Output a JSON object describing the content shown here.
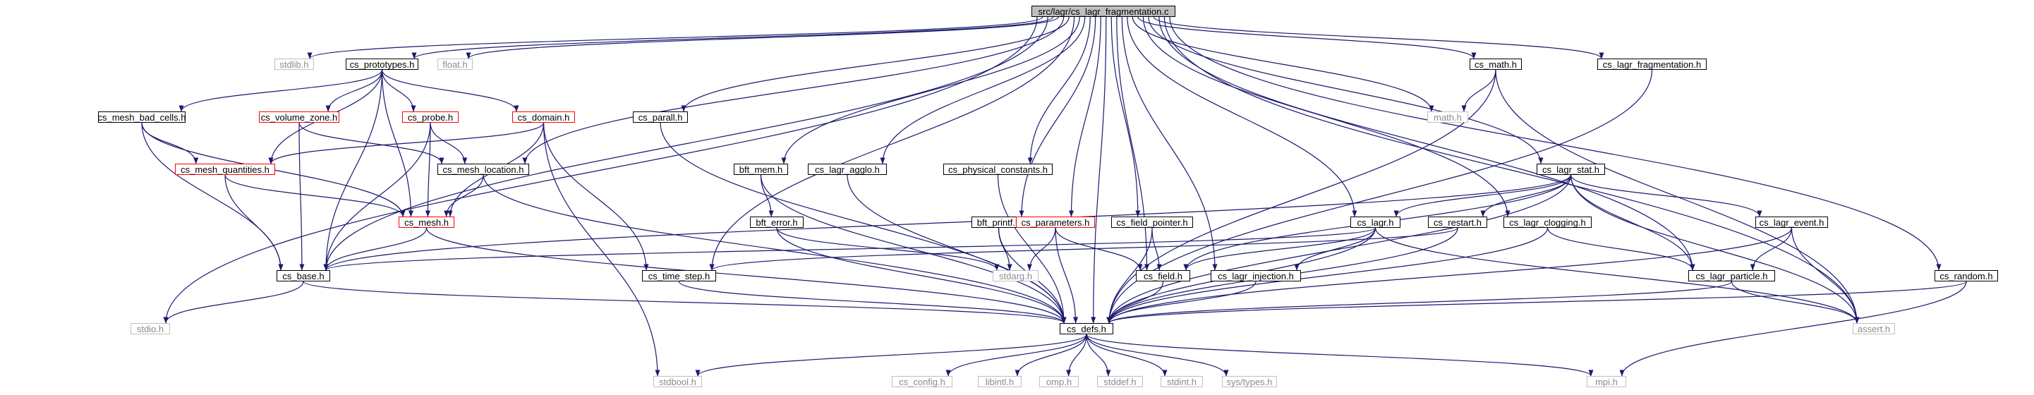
{
  "graph": {
    "colors": {
      "edge": "#191970",
      "node_border": "#000000",
      "system_border": "#bfbfbf",
      "incomplete_border": "#ff0000",
      "root_fill": "#bfbfbf",
      "system_text": "#8c8c8c"
    },
    "root": "n_root",
    "nodes": {
      "n_root": {
        "label": "src/lagr/cs_lagr_fragmentation.c",
        "kind": "root"
      },
      "n_stdlib": {
        "label": "stdlib.h",
        "kind": "system"
      },
      "n_proto": {
        "label": "cs_prototypes.h",
        "kind": "normal"
      },
      "n_float": {
        "label": "float.h",
        "kind": "system"
      },
      "n_math_h": {
        "label": "cs_math.h",
        "kind": "normal"
      },
      "n_lfrag": {
        "label": "cs_lagr_fragmentation.h",
        "kind": "normal"
      },
      "n_mbc": {
        "label": "cs_mesh_bad_cells.h",
        "kind": "normal"
      },
      "n_vz": {
        "label": "cs_volume_zone.h",
        "kind": "incomplete"
      },
      "n_probe": {
        "label": "cs_probe.h",
        "kind": "incomplete"
      },
      "n_domain": {
        "label": "cs_domain.h",
        "kind": "incomplete"
      },
      "n_parall": {
        "label": "cs_parall.h",
        "kind": "normal"
      },
      "n_mathsys": {
        "label": "math.h",
        "kind": "system"
      },
      "n_mq": {
        "label": "cs_mesh_quantities.h",
        "kind": "incomplete"
      },
      "n_mloc": {
        "label": "cs_mesh_location.h",
        "kind": "normal"
      },
      "n_bftmem": {
        "label": "bft_mem.h",
        "kind": "normal"
      },
      "n_lagglo": {
        "label": "cs_lagr_agglo.h",
        "kind": "normal"
      },
      "n_phys": {
        "label": "cs_physical_constants.h",
        "kind": "normal"
      },
      "n_lstat": {
        "label": "cs_lagr_stat.h",
        "kind": "normal"
      },
      "n_mesh": {
        "label": "cs_mesh.h",
        "kind": "incomplete"
      },
      "n_bftprintf": {
        "label": "bft_printf.h",
        "kind": "normal"
      },
      "n_bfterr": {
        "label": "bft_error.h",
        "kind": "normal"
      },
      "n_params": {
        "label": "cs_parameters.h",
        "kind": "incomplete"
      },
      "n_fptr": {
        "label": "cs_field_pointer.h",
        "kind": "normal"
      },
      "n_lagr": {
        "label": "cs_lagr.h",
        "kind": "normal"
      },
      "n_restart": {
        "label": "cs_restart.h",
        "kind": "normal"
      },
      "n_lclog": {
        "label": "cs_lagr_clogging.h",
        "kind": "normal"
      },
      "n_levent": {
        "label": "cs_lagr_event.h",
        "kind": "normal"
      },
      "n_base": {
        "label": "cs_base.h",
        "kind": "normal"
      },
      "n_timestep": {
        "label": "cs_time_step.h",
        "kind": "normal"
      },
      "n_stdarg": {
        "label": "stdarg.h",
        "kind": "system"
      },
      "n_field": {
        "label": "cs_field.h",
        "kind": "normal"
      },
      "n_linj": {
        "label": "cs_lagr_injection.h",
        "kind": "normal"
      },
      "n_lpart": {
        "label": "cs_lagr_particle.h",
        "kind": "normal"
      },
      "n_random": {
        "label": "cs_random.h",
        "kind": "normal"
      },
      "n_stdio": {
        "label": "stdio.h",
        "kind": "system"
      },
      "n_defs": {
        "label": "cs_defs.h",
        "kind": "normal"
      },
      "n_assert": {
        "label": "assert.h",
        "kind": "system"
      },
      "n_stdbool": {
        "label": "stdbool.h",
        "kind": "system"
      },
      "n_config": {
        "label": "cs_config.h",
        "kind": "system"
      },
      "n_libintl": {
        "label": "libintl.h",
        "kind": "system"
      },
      "n_omp": {
        "label": "omp.h",
        "kind": "system"
      },
      "n_stddef": {
        "label": "stddef.h",
        "kind": "system"
      },
      "n_stdint": {
        "label": "stdint.h",
        "kind": "system"
      },
      "n_systypes": {
        "label": "sys/types.h",
        "kind": "system"
      },
      "n_mpi": {
        "label": "mpi.h",
        "kind": "system"
      }
    },
    "edges": [
      [
        "n_root",
        "n_stdlib"
      ],
      [
        "n_root",
        "n_proto"
      ],
      [
        "n_root",
        "n_float"
      ],
      [
        "n_root",
        "n_math_h"
      ],
      [
        "n_root",
        "n_lfrag"
      ],
      [
        "n_root",
        "n_parall"
      ],
      [
        "n_root",
        "n_mathsys"
      ],
      [
        "n_root",
        "n_mloc"
      ],
      [
        "n_root",
        "n_bftmem"
      ],
      [
        "n_root",
        "n_lagglo"
      ],
      [
        "n_root",
        "n_phys"
      ],
      [
        "n_root",
        "n_lstat"
      ],
      [
        "n_root",
        "n_bftprintf"
      ],
      [
        "n_root",
        "n_params"
      ],
      [
        "n_root",
        "n_fptr"
      ],
      [
        "n_root",
        "n_lagr"
      ],
      [
        "n_root",
        "n_lclog"
      ],
      [
        "n_root",
        "n_base"
      ],
      [
        "n_root",
        "n_timestep"
      ],
      [
        "n_root",
        "n_field"
      ],
      [
        "n_root",
        "n_linj"
      ],
      [
        "n_root",
        "n_lpart"
      ],
      [
        "n_root",
        "n_random"
      ],
      [
        "n_root",
        "n_stdio"
      ],
      [
        "n_root",
        "n_defs"
      ],
      [
        "n_root",
        "n_assert"
      ],
      [
        "n_proto",
        "n_mbc"
      ],
      [
        "n_proto",
        "n_vz"
      ],
      [
        "n_proto",
        "n_probe"
      ],
      [
        "n_proto",
        "n_domain"
      ],
      [
        "n_proto",
        "n_mq"
      ],
      [
        "n_proto",
        "n_mesh"
      ],
      [
        "n_proto",
        "n_base"
      ],
      [
        "n_mbc",
        "n_mq"
      ],
      [
        "n_mbc",
        "n_mesh"
      ],
      [
        "n_mbc",
        "n_base"
      ],
      [
        "n_vz",
        "n_mloc"
      ],
      [
        "n_vz",
        "n_base"
      ],
      [
        "n_probe",
        "n_mloc"
      ],
      [
        "n_probe",
        "n_mesh"
      ],
      [
        "n_probe",
        "n_base"
      ],
      [
        "n_domain",
        "n_mq"
      ],
      [
        "n_domain",
        "n_mesh"
      ],
      [
        "n_domain",
        "n_timestep"
      ],
      [
        "n_domain",
        "n_stdbool"
      ],
      [
        "n_mq",
        "n_mesh"
      ],
      [
        "n_mq",
        "n_base"
      ],
      [
        "n_mloc",
        "n_mesh"
      ],
      [
        "n_mloc",
        "n_defs"
      ],
      [
        "n_mesh",
        "n_base"
      ],
      [
        "n_mesh",
        "n_defs"
      ],
      [
        "n_base",
        "n_stdio"
      ],
      [
        "n_base",
        "n_defs"
      ],
      [
        "n_parall",
        "n_defs"
      ],
      [
        "n_math_h",
        "n_mathsys"
      ],
      [
        "n_math_h",
        "n_defs"
      ],
      [
        "n_math_h",
        "n_assert"
      ],
      [
        "n_lfrag",
        "n_defs"
      ],
      [
        "n_bftmem",
        "n_bfterr"
      ],
      [
        "n_bftmem",
        "n_defs"
      ],
      [
        "n_bfterr",
        "n_stdarg"
      ],
      [
        "n_bfterr",
        "n_defs"
      ],
      [
        "n_bftprintf",
        "n_stdarg"
      ],
      [
        "n_bftprintf",
        "n_defs"
      ],
      [
        "n_lagglo",
        "n_defs"
      ],
      [
        "n_phys",
        "n_defs"
      ],
      [
        "n_params",
        "n_stdarg"
      ],
      [
        "n_params",
        "n_field"
      ],
      [
        "n_params",
        "n_defs"
      ],
      [
        "n_fptr",
        "n_field"
      ],
      [
        "n_fptr",
        "n_defs"
      ],
      [
        "n_lagr",
        "n_base"
      ],
      [
        "n_lagr",
        "n_field"
      ],
      [
        "n_lagr",
        "n_linj"
      ],
      [
        "n_lagr",
        "n_defs"
      ],
      [
        "n_lagr",
        "n_assert"
      ],
      [
        "n_lstat",
        "n_base"
      ],
      [
        "n_lstat",
        "n_lagr"
      ],
      [
        "n_lstat",
        "n_restart"
      ],
      [
        "n_lstat",
        "n_field"
      ],
      [
        "n_lstat",
        "n_levent"
      ],
      [
        "n_lstat",
        "n_lpart"
      ],
      [
        "n_lstat",
        "n_defs"
      ],
      [
        "n_lstat",
        "n_assert"
      ],
      [
        "n_restart",
        "n_timestep"
      ],
      [
        "n_restart",
        "n_defs"
      ],
      [
        "n_lclog",
        "n_lpart"
      ],
      [
        "n_lclog",
        "n_defs"
      ],
      [
        "n_levent",
        "n_lpart"
      ],
      [
        "n_levent",
        "n_defs"
      ],
      [
        "n_levent",
        "n_assert"
      ],
      [
        "n_lpart",
        "n_defs"
      ],
      [
        "n_lpart",
        "n_assert"
      ],
      [
        "n_timestep",
        "n_defs"
      ],
      [
        "n_field",
        "n_defs"
      ],
      [
        "n_linj",
        "n_defs"
      ],
      [
        "n_random",
        "n_defs"
      ],
      [
        "n_random",
        "n_mpi"
      ],
      [
        "n_defs",
        "n_stdbool"
      ],
      [
        "n_defs",
        "n_config"
      ],
      [
        "n_defs",
        "n_libintl"
      ],
      [
        "n_defs",
        "n_omp"
      ],
      [
        "n_defs",
        "n_stddef"
      ],
      [
        "n_defs",
        "n_stdint"
      ],
      [
        "n_defs",
        "n_systypes"
      ],
      [
        "n_defs",
        "n_mpi"
      ]
    ]
  }
}
